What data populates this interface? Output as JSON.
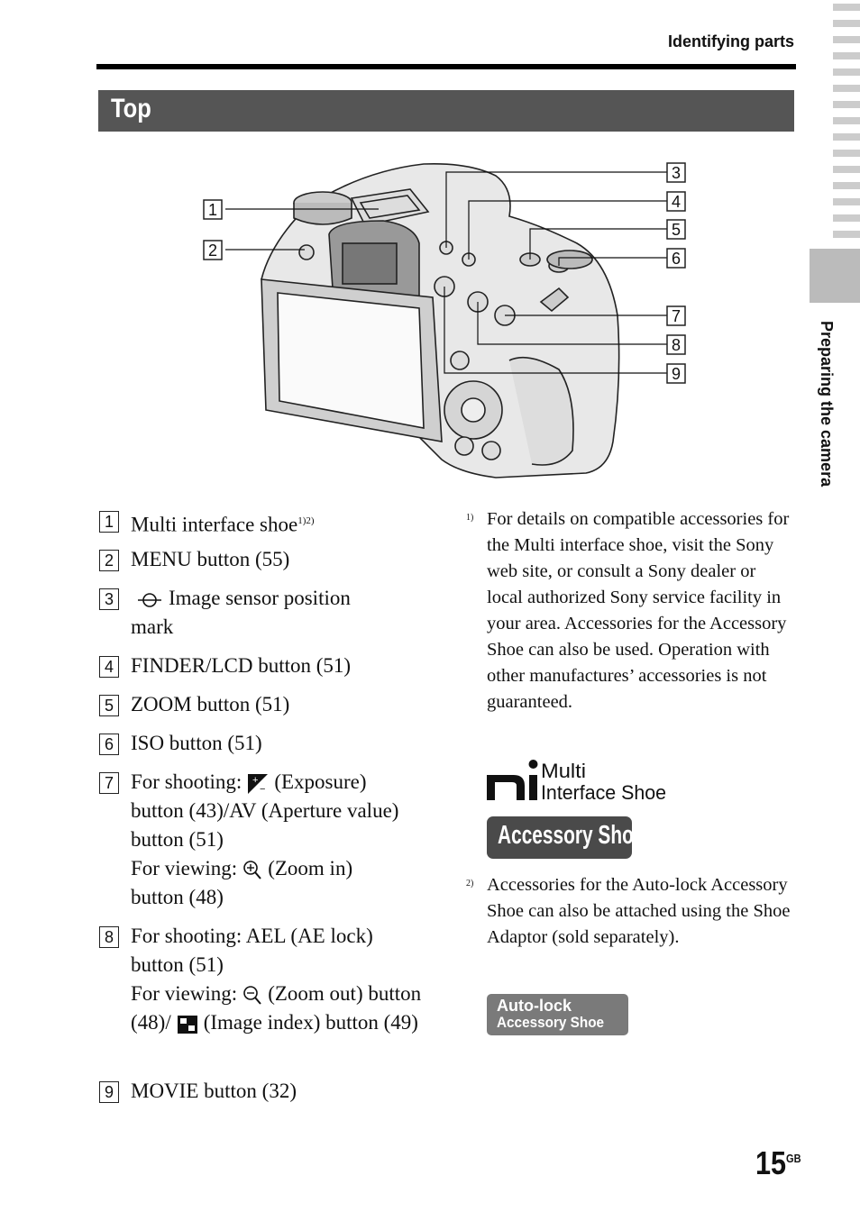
{
  "header": {
    "title": "Identifying parts"
  },
  "section": {
    "title": "Top"
  },
  "side_tab": {
    "label": "Preparing the camera"
  },
  "callout_numbers": [
    "1",
    "2",
    "3",
    "4",
    "5",
    "6",
    "7",
    "8",
    "9"
  ],
  "items": [
    {
      "num": "1",
      "text": "Multi interface shoe",
      "sup": "1)2)"
    },
    {
      "num": "2",
      "text": "MENU button (55)"
    },
    {
      "num": "3",
      "text": "Image sensor position mark",
      "icon": "image-sensor-mark-icon"
    },
    {
      "num": "4",
      "text": "FINDER/LCD button (51)"
    },
    {
      "num": "5",
      "text": "ZOOM button (51)"
    },
    {
      "num": "6",
      "text": "ISO button (51)"
    },
    {
      "num": "7",
      "part1": "For shooting:",
      "part2": "(Exposure) button (43)/AV (Aperture value) button (51)",
      "part3": "For viewing:",
      "part4": "(Zoom in) button (48)"
    },
    {
      "num": "8",
      "part1": "For shooting: AEL (AE lock) button (51)",
      "part2": "For viewing:",
      "part3": "(Zoom out) button (48)/",
      "part4": "(Image index) button (49)"
    },
    {
      "num": "9",
      "text": "MOVIE button (32)"
    }
  ],
  "footnotes": [
    {
      "mark": "1)",
      "text": "For details on compatible accessories for the Multi interface shoe, visit the Sony web site, or consult a Sony dealer or local authorized Sony service facility in your area. Accessories for the Accessory Shoe can also be used. Operation with other manufactures’ accessories is not guaranteed."
    },
    {
      "mark": "2)",
      "text": "Accessories for the Auto-lock Accessory Shoe can also be attached using the Shoe Adaptor (sold separately)."
    }
  ],
  "logos": {
    "multi_line1": "Multi",
    "multi_line2": "Interface Shoe",
    "accessory_shoe": "Accessory Shoe",
    "autolock_line1": "Auto-lock",
    "autolock_line2": "Accessory Shoe"
  },
  "page": {
    "number": "15",
    "suffix": "GB"
  }
}
